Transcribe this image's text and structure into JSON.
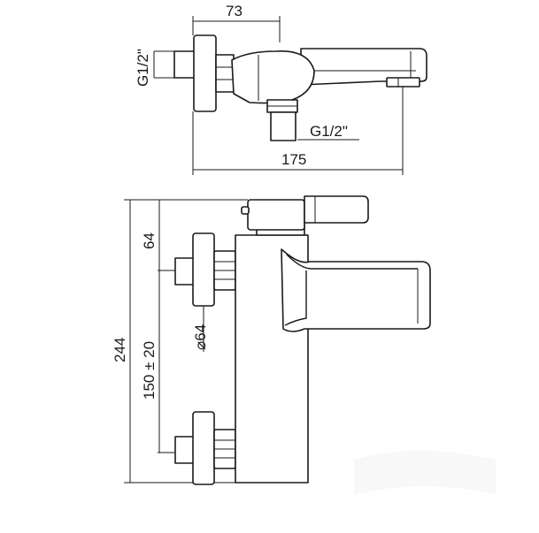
{
  "top_view": {
    "dim_width_top": "73",
    "dim_inlet_left": "G1/2\"",
    "dim_inlet_bottom": "G1/2\"",
    "dim_overall_length": "175"
  },
  "front_view": {
    "dim_overall_height": "244",
    "dim_handle": "64",
    "dim_rosette_diameter": "⌀64",
    "dim_inlet_spacing": "150 ± 20"
  },
  "colors": {
    "line": "#1a1a1a",
    "background": "#ffffff"
  }
}
